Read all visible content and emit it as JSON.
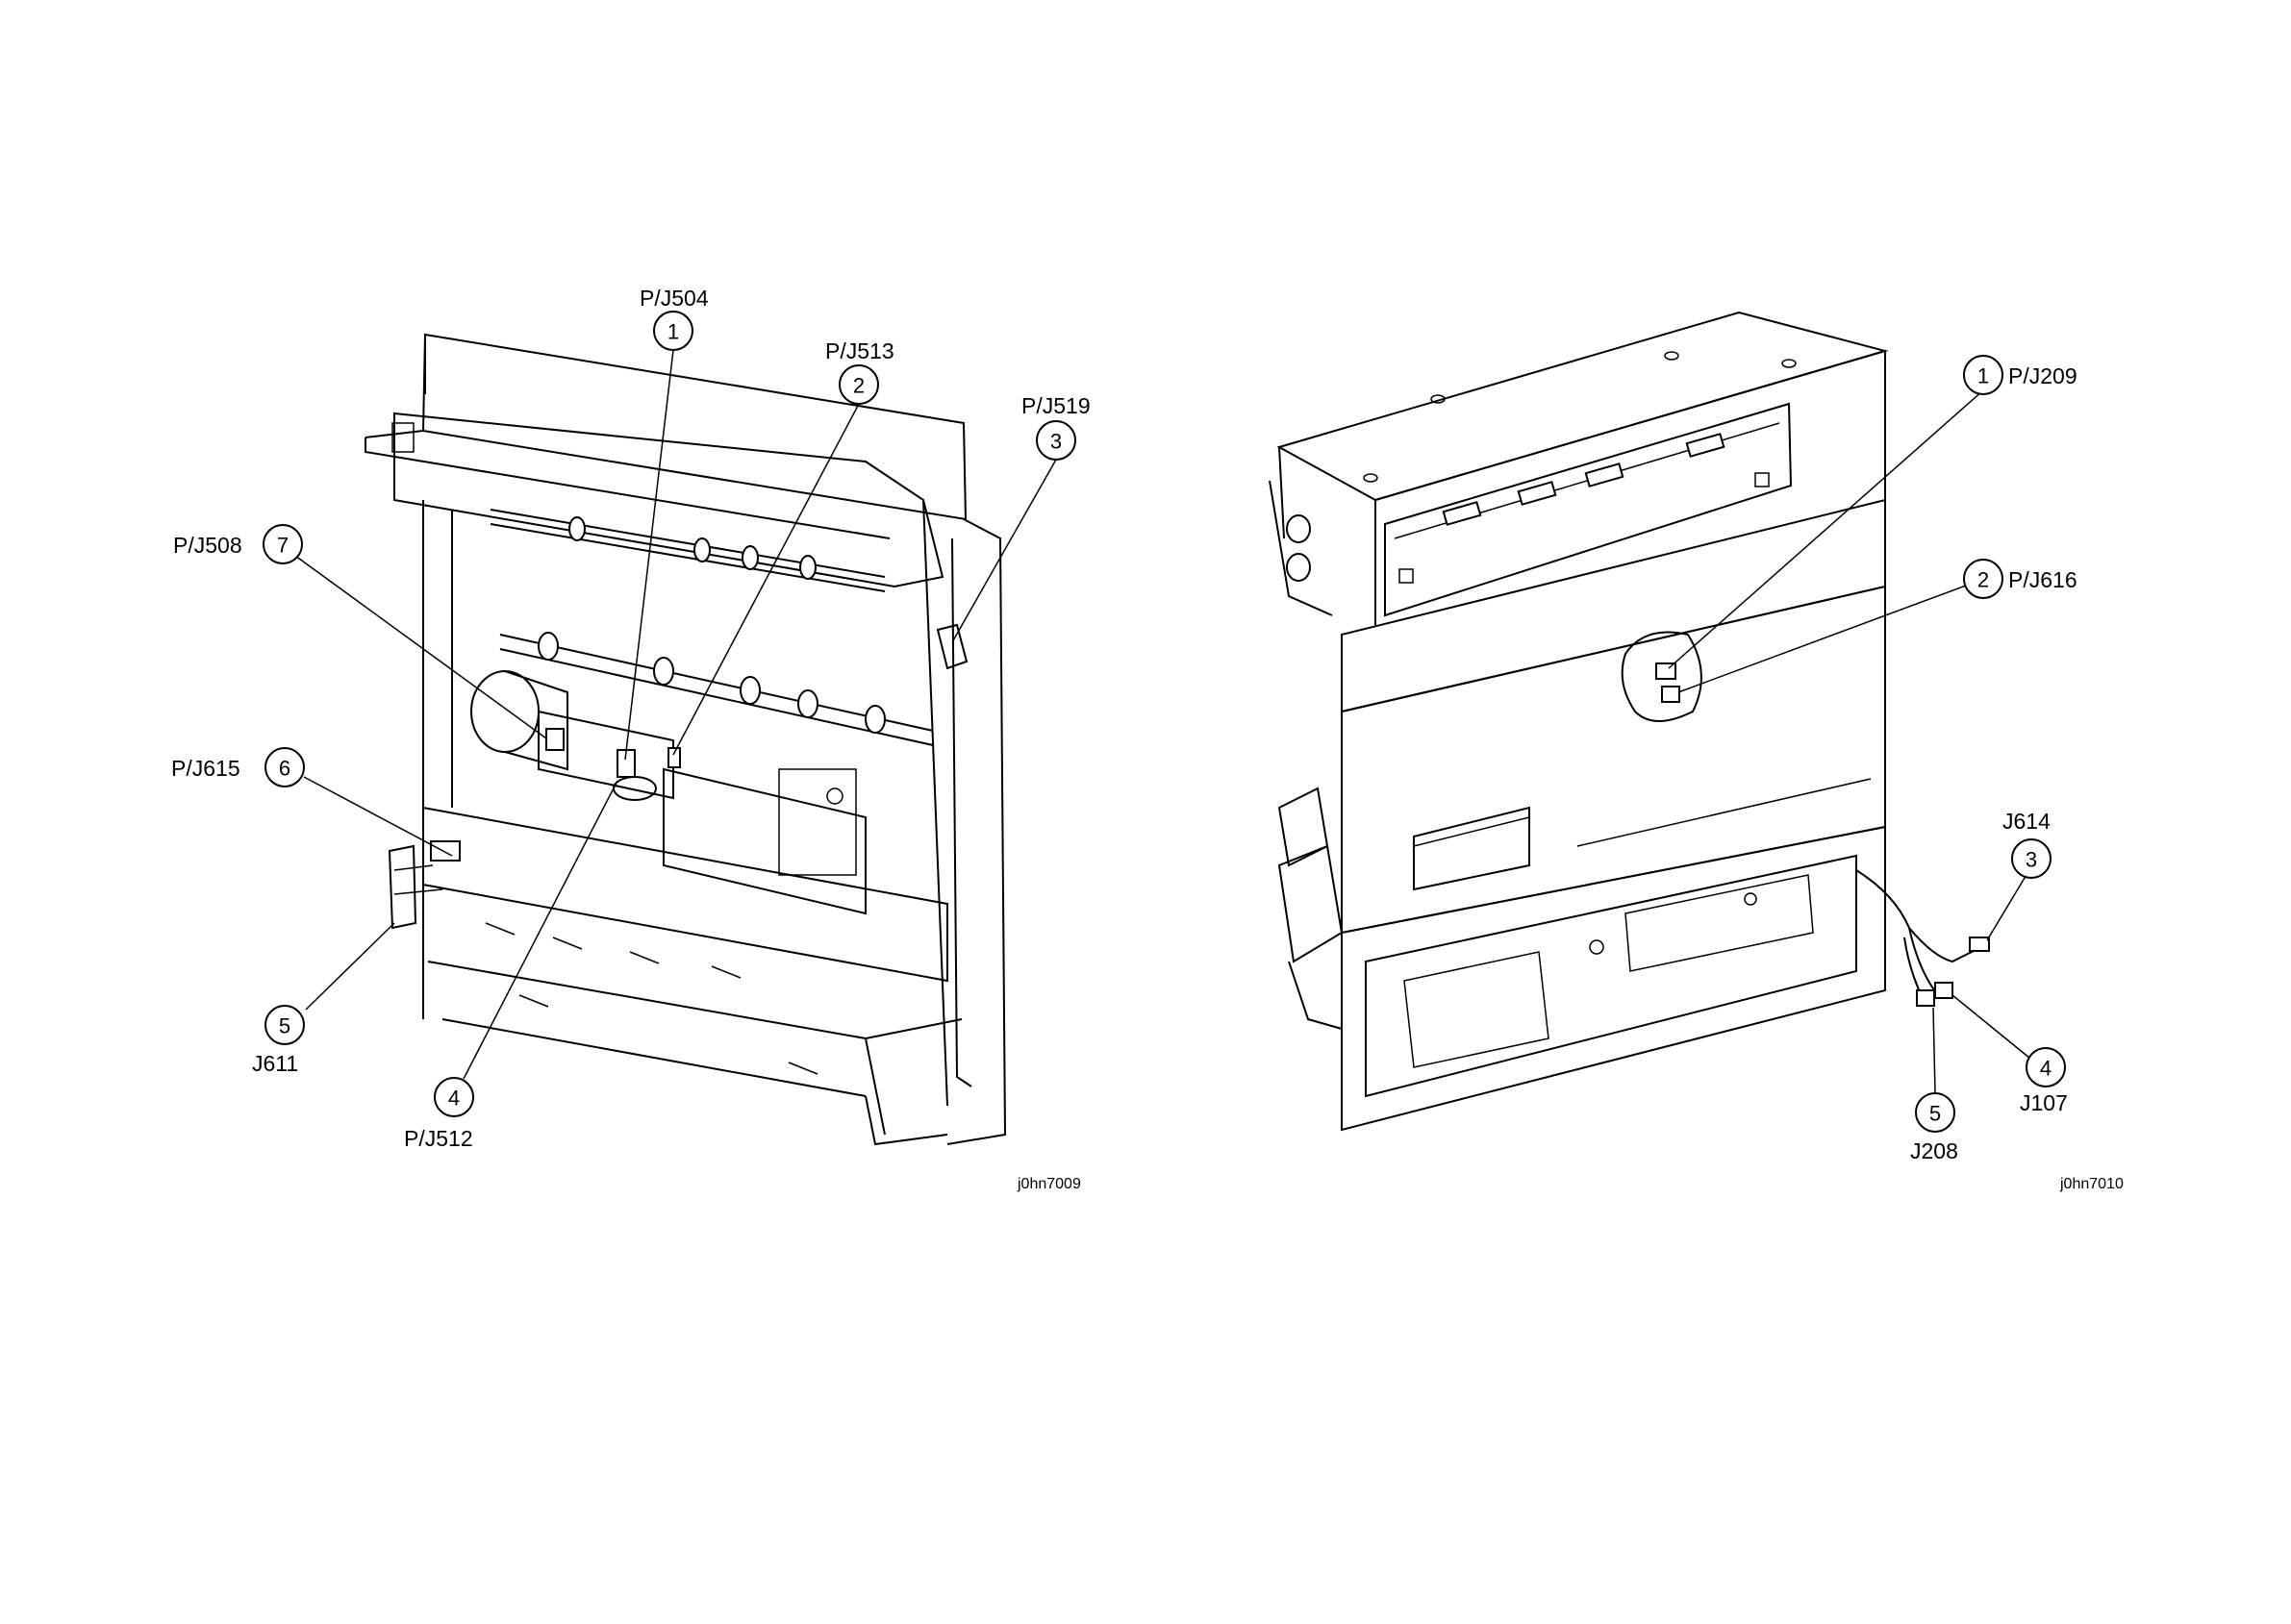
{
  "figure_left": {
    "code": "j0hn7009",
    "callouts": [
      {
        "num": "1",
        "label": "P/J504"
      },
      {
        "num": "2",
        "label": "P/J513"
      },
      {
        "num": "3",
        "label": "P/J519"
      },
      {
        "num": "4",
        "label": "P/J512"
      },
      {
        "num": "5",
        "label": "J611"
      },
      {
        "num": "6",
        "label": "P/J615"
      },
      {
        "num": "7",
        "label": "P/J508"
      }
    ]
  },
  "figure_right": {
    "code": "j0hn7010",
    "callouts": [
      {
        "num": "1",
        "label": "P/J209"
      },
      {
        "num": "2",
        "label": "P/J616"
      },
      {
        "num": "3",
        "label": "J614"
      },
      {
        "num": "4",
        "label": "J107"
      },
      {
        "num": "5",
        "label": "J208"
      }
    ]
  }
}
